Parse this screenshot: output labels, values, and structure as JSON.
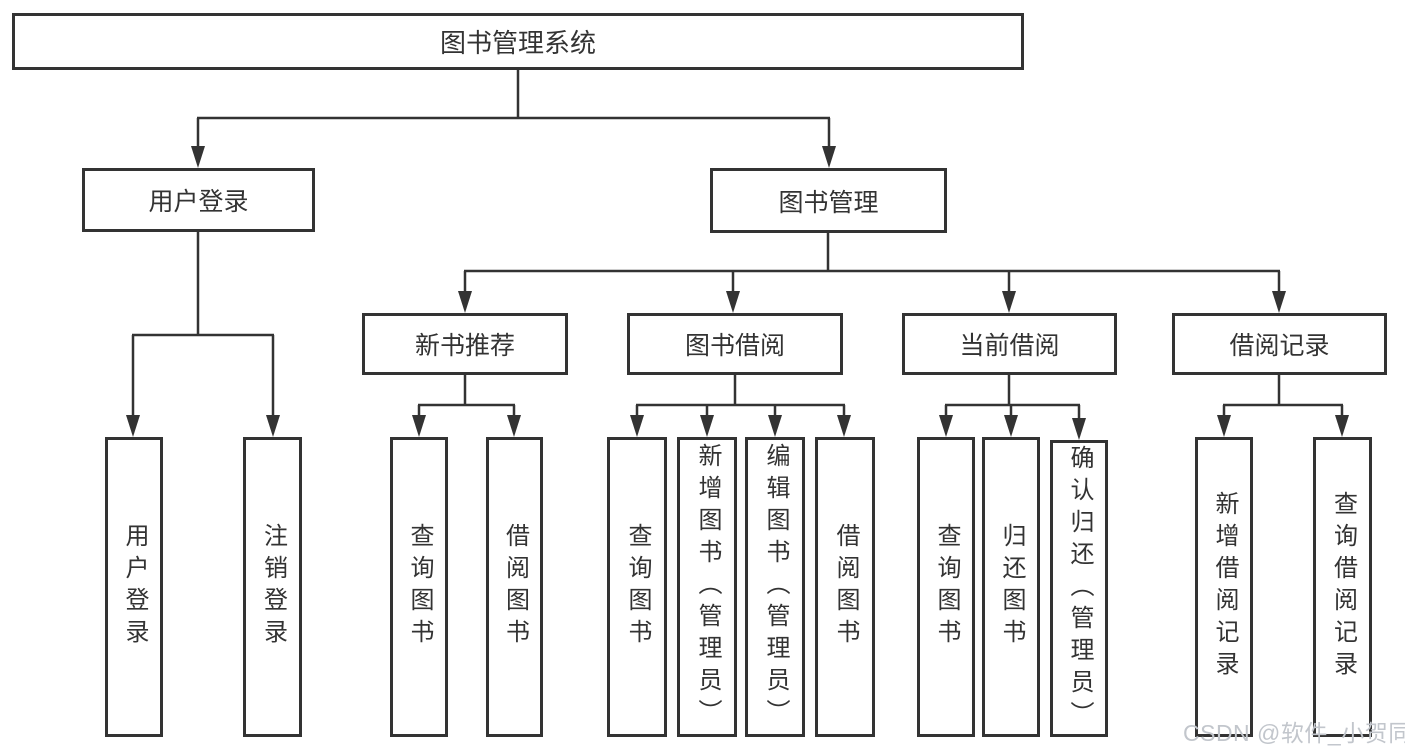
{
  "diagram_title": "图书管理系统",
  "tree": {
    "root": {
      "label": "图书管理系统"
    },
    "level2": [
      {
        "id": "user-login",
        "label": "用户登录"
      },
      {
        "id": "book-management",
        "label": "图书管理"
      }
    ],
    "level3": [
      {
        "id": "new-book-recommend",
        "label": "新书推荐"
      },
      {
        "id": "book-borrow",
        "label": "图书借阅"
      },
      {
        "id": "current-borrow",
        "label": "当前借阅"
      },
      {
        "id": "borrow-records",
        "label": "借阅记录"
      }
    ],
    "leaves": {
      "user_login": [
        {
          "label": "用户登录"
        },
        {
          "label": "注销登录"
        }
      ],
      "new_book_recommend": [
        {
          "label": "查询图书"
        },
        {
          "label": "借阅图书"
        }
      ],
      "book_borrow": [
        {
          "label": "查询图书"
        },
        {
          "label": "新增图书（管理员）"
        },
        {
          "label": "编辑图书（管理员）"
        },
        {
          "label": "借阅图书"
        }
      ],
      "current_borrow": [
        {
          "label": "查询图书"
        },
        {
          "label": "归还图书"
        },
        {
          "label": "确认归还（管理员）"
        }
      ],
      "borrow_records": [
        {
          "label": "新增借阅记录"
        },
        {
          "label": "查询借阅记录"
        }
      ]
    }
  },
  "watermark": {
    "text": "CSDN @软件_小贺同学"
  },
  "colors": {
    "line": "#333333",
    "border": "#333333",
    "text": "#333333",
    "background": "#ffffff",
    "watermark": "#c2c6cc"
  }
}
